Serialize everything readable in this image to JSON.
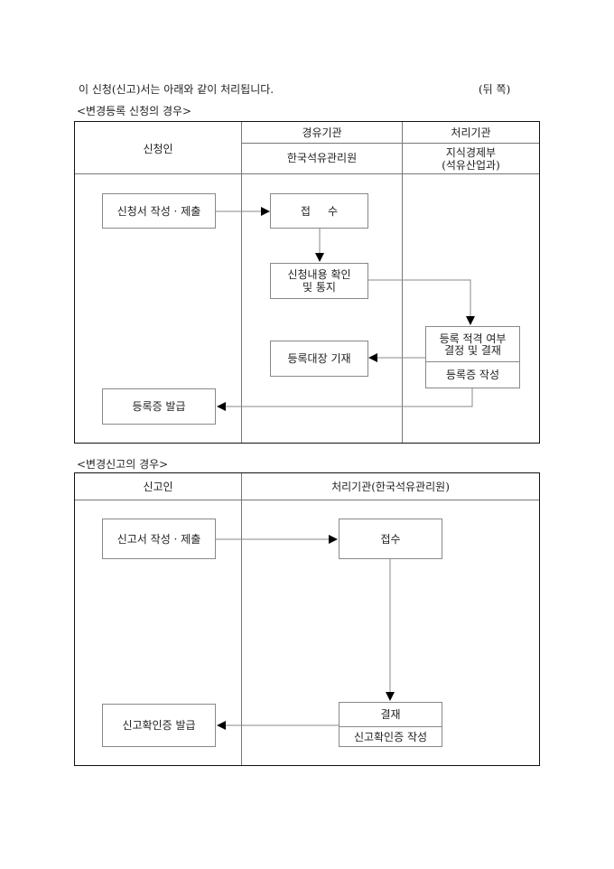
{
  "header": {
    "intro": "이 신청(신고)서는 아래와 같이 처리됩니다.",
    "side": "(뒤 쪽)"
  },
  "section1": {
    "title": "<변경등록 신청의 경우>",
    "col_applicant": "신청인",
    "col_via": "경유기관",
    "col_via_org": "한국석유관리원",
    "col_proc": "처리기관",
    "col_proc_org_line1": "지식경제부",
    "col_proc_org_line2": "(석유산업과)",
    "box_submit": "신청서 작성 · 제출",
    "box_receive": "접     수",
    "box_confirm_line1": "신청내용 확인",
    "box_confirm_line2": "및 통지",
    "box_decide_line1": "등록 적격 여부",
    "box_decide_line2": "결정 및 결재",
    "box_cert_create": "등록증 작성",
    "box_ledger": "등록대장 기재",
    "box_issue": "등록증 발급"
  },
  "section2": {
    "title": "<변경신고의 경우>",
    "col_reporter": "신고인",
    "col_proc": "처리기관(한국석유관리원)",
    "box_submit": "신고서 작성 · 제출",
    "box_receive": "접수",
    "box_approve": "결재",
    "box_confirm_create": "신고확인증 작성",
    "box_issue": "신고확인증 발급"
  }
}
